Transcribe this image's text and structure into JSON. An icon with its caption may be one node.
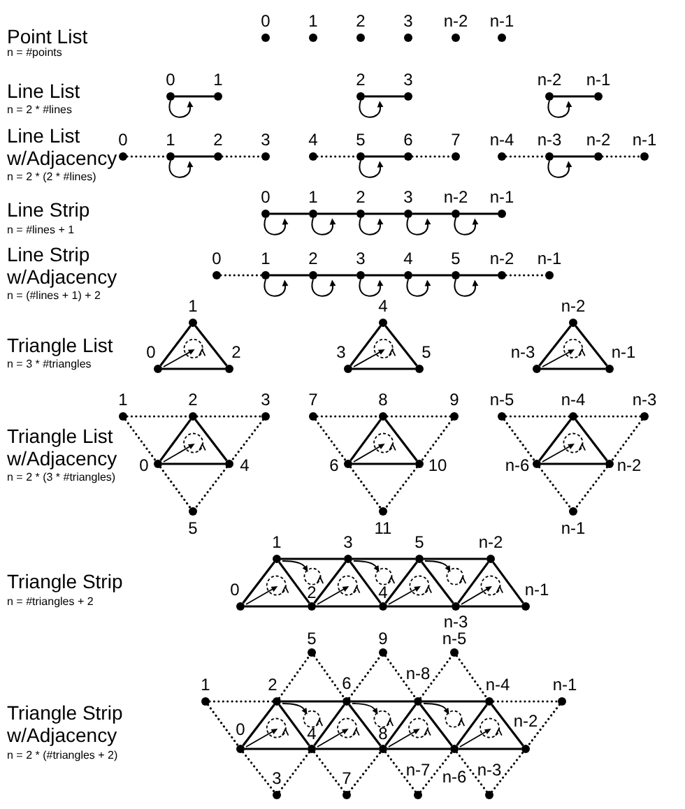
{
  "diagram": {
    "nodes": [
      {
        "text": [],
        "shape": "circle",
        "beside": [
          "0"
        ]
      },
      {
        "text": [],
        "shape": "circle",
        "beside": [
          "1"
        ]
      },
      {
        "text": [],
        "shape": "circle",
        "beside": [
          "2"
        ]
      },
      {
        "text": [],
        "shape": "circle",
        "beside": [
          "3"
        ]
      },
      {
        "text": [],
        "shape": "circle",
        "beside": [
          "n-2"
        ]
      },
      {
        "text": [],
        "shape": "circle",
        "beside": [
          "n-1"
        ]
      },
      {
        "text": [],
        "shape": "circle",
        "beside": [
          "0"
        ]
      },
      {
        "text": [],
        "shape": "circle",
        "beside": [
          "1"
        ]
      },
      {
        "text": [],
        "shape": "circle",
        "beside": [
          "2"
        ]
      },
      {
        "text": [],
        "shape": "circle",
        "beside": [
          "3"
        ]
      },
      {
        "text": [],
        "shape": "circle",
        "beside": [
          "n-2"
        ]
      },
      {
        "text": [],
        "shape": "circle",
        "beside": [
          "n-1"
        ]
      },
      {
        "text": [],
        "shape": "circle",
        "beside": [
          "0"
        ]
      },
      {
        "text": [],
        "shape": "circle",
        "beside": [
          "1"
        ]
      },
      {
        "text": [],
        "shape": "circle",
        "beside": [
          "2"
        ]
      },
      {
        "text": [],
        "shape": "circle",
        "beside": [
          "3"
        ]
      },
      {
        "text": [],
        "shape": "circle",
        "beside": [
          "4"
        ]
      },
      {
        "text": [],
        "shape": "circle",
        "beside": [
          "5"
        ]
      },
      {
        "text": [],
        "shape": "circle",
        "beside": [
          "6"
        ]
      },
      {
        "text": [],
        "shape": "circle",
        "beside": [
          "7"
        ]
      },
      {
        "text": [],
        "shape": "circle",
        "beside": [
          "n-4"
        ]
      },
      {
        "text": [],
        "shape": "circle",
        "beside": [
          "n-3"
        ]
      },
      {
        "text": [],
        "shape": "circle",
        "beside": [
          "n-2"
        ]
      },
      {
        "text": [],
        "shape": "circle",
        "beside": [
          "n-1"
        ]
      },
      {
        "text": [],
        "shape": "circle",
        "beside": [
          "0"
        ]
      },
      {
        "text": [],
        "shape": "circle",
        "beside": [
          "1"
        ]
      },
      {
        "text": [],
        "shape": "circle",
        "beside": [
          "2"
        ]
      },
      {
        "text": [],
        "shape": "circle",
        "beside": [
          "3"
        ]
      },
      {
        "text": [],
        "shape": "circle",
        "beside": [
          "n-2"
        ]
      },
      {
        "text": [],
        "shape": "circle",
        "beside": [
          "n-1"
        ]
      },
      {
        "text": [],
        "shape": "circle",
        "beside": [
          "0"
        ]
      },
      {
        "text": [],
        "shape": "circle",
        "beside": [
          "1"
        ]
      },
      {
        "text": [],
        "shape": "circle",
        "beside": [
          "2"
        ]
      },
      {
        "text": [],
        "shape": "circle",
        "beside": [
          "3"
        ]
      },
      {
        "text": [],
        "shape": "circle",
        "beside": [
          "4"
        ]
      },
      {
        "text": [],
        "shape": "circle",
        "beside": [
          "5"
        ]
      },
      {
        "text": [],
        "shape": "circle",
        "beside": [
          "n-2"
        ]
      },
      {
        "text": [],
        "shape": "circle",
        "beside": [
          "n-1"
        ]
      },
      {
        "text": [],
        "shape": "circle",
        "beside": [
          "1"
        ]
      },
      {
        "text": [],
        "shape": "circle",
        "beside": [
          "4"
        ]
      },
      {
        "text": [],
        "shape": "circle",
        "beside": [
          "n-2"
        ]
      },
      {
        "text": [],
        "shape": "circle",
        "beside": [
          "0"
        ]
      },
      {
        "text": [],
        "shape": "circle",
        "beside": [
          "2"
        ]
      },
      {
        "text": [],
        "shape": "circle",
        "beside": [
          "3"
        ]
      },
      {
        "text": [],
        "shape": "circle",
        "beside": [
          "5"
        ]
      },
      {
        "text": [],
        "shape": "circle",
        "beside": [
          "n-3"
        ]
      },
      {
        "text": [],
        "shape": "circle",
        "beside": [
          "n-1"
        ]
      },
      {
        "text": [],
        "shape": "circle",
        "beside": [
          "1"
        ]
      },
      {
        "text": [],
        "shape": "circle",
        "beside": [
          "2"
        ]
      },
      {
        "text": [],
        "shape": "circle",
        "beside": [
          "3"
        ]
      },
      {
        "text": [],
        "shape": "circle",
        "beside": [
          "7"
        ]
      },
      {
        "text": [],
        "shape": "circle",
        "beside": [
          "8"
        ]
      },
      {
        "text": [],
        "shape": "circle",
        "beside": [
          "9"
        ]
      },
      {
        "text": [],
        "shape": "circle",
        "beside": [
          "n-5"
        ]
      },
      {
        "text": [],
        "shape": "circle",
        "beside": [
          "n-4"
        ]
      },
      {
        "text": [],
        "shape": "circle",
        "beside": [
          "n-3"
        ]
      },
      {
        "text": [],
        "shape": "circle",
        "beside": [
          "0"
        ]
      },
      {
        "text": [],
        "shape": "circle",
        "beside": [
          "4"
        ]
      },
      {
        "text": [],
        "shape": "circle",
        "beside": [
          "6"
        ]
      },
      {
        "text": [],
        "shape": "circle",
        "beside": [
          "10"
        ]
      },
      {
        "text": [],
        "shape": "circle",
        "beside": [
          "n-6"
        ]
      },
      {
        "text": [],
        "shape": "circle",
        "beside": [
          "n-2"
        ]
      },
      {
        "text": [],
        "shape": "circle",
        "beside": [
          "5"
        ]
      },
      {
        "text": [],
        "shape": "circle",
        "beside": [
          "11"
        ]
      },
      {
        "text": [],
        "shape": "circle",
        "beside": [
          "n-1"
        ]
      },
      {
        "text": [],
        "shape": "circle",
        "beside": [
          "1"
        ]
      },
      {
        "text": [],
        "shape": "circle",
        "beside": [
          "3"
        ]
      },
      {
        "text": [],
        "shape": "circle",
        "beside": [
          "5"
        ]
      },
      {
        "text": [],
        "shape": "circle",
        "beside": [
          "n-2"
        ]
      },
      {
        "text": [],
        "shape": "circle",
        "beside": [
          "0"
        ]
      },
      {
        "text": [],
        "shape": "circle",
        "beside": [
          "2"
        ]
      },
      {
        "text": [],
        "shape": "circle",
        "beside": [
          "4"
        ]
      },
      {
        "text": [],
        "shape": "circle",
        "beside": [
          "n-3"
        ]
      },
      {
        "text": [],
        "shape": "circle",
        "beside": [
          "n-1"
        ]
      },
      {
        "text": [],
        "shape": "circle",
        "beside": [
          "5"
        ]
      },
      {
        "text": [],
        "shape": "circle",
        "beside": [
          "9"
        ]
      },
      {
        "text": [],
        "shape": "circle",
        "beside": [
          "n-5"
        ]
      },
      {
        "text": [],
        "shape": "circle",
        "beside": [
          "1"
        ]
      },
      {
        "text": [],
        "shape": "circle",
        "beside": [
          "2"
        ]
      },
      {
        "text": [],
        "shape": "circle",
        "beside": [
          "6"
        ]
      },
      {
        "text": [],
        "shape": "circle",
        "beside": [
          "n-8"
        ]
      },
      {
        "text": [],
        "shape": "circle",
        "beside": [
          "n-4"
        ]
      },
      {
        "text": [],
        "shape": "circle",
        "beside": [
          "n-1"
        ]
      },
      {
        "text": [],
        "shape": "circle",
        "beside": [
          "0"
        ]
      },
      {
        "text": [],
        "shape": "circle",
        "beside": [
          "4"
        ]
      },
      {
        "text": [],
        "shape": "circle",
        "beside": [
          "8"
        ]
      },
      {
        "text": [],
        "shape": "circle",
        "beside": [
          "n-6"
        ]
      },
      {
        "text": [],
        "shape": "circle",
        "beside": [
          "n-2"
        ]
      },
      {
        "text": [],
        "shape": "circle",
        "beside": [
          "3"
        ]
      },
      {
        "text": [],
        "shape": "circle",
        "beside": [
          "7"
        ]
      },
      {
        "text": [],
        "shape": "circle",
        "beside": [
          "n-7"
        ]
      },
      {
        "text": [],
        "shape": "circle",
        "beside": [
          "n-3"
        ]
      }
    ],
    "edges": [
      {
        "from": 6,
        "to": 7,
        "arrow": "none"
      },
      {
        "from": 8,
        "to": 9,
        "arrow": "none"
      },
      {
        "from": 10,
        "to": 11,
        "arrow": "none"
      },
      {
        "from": 12,
        "to": 13,
        "arrow": "none",
        "style": "dashed"
      },
      {
        "from": 13,
        "to": 14,
        "arrow": "none"
      },
      {
        "from": 14,
        "to": 15,
        "arrow": "none",
        "style": "dashed"
      },
      {
        "from": 16,
        "to": 17,
        "arrow": "none",
        "style": "dashed"
      },
      {
        "from": 17,
        "to": 18,
        "arrow": "none"
      },
      {
        "from": 18,
        "to": 19,
        "arrow": "none",
        "style": "dashed"
      },
      {
        "from": 20,
        "to": 21,
        "arrow": "none",
        "style": "dashed"
      },
      {
        "from": 21,
        "to": 22,
        "arrow": "none"
      },
      {
        "from": 22,
        "to": 23,
        "arrow": "none",
        "style": "dashed"
      },
      {
        "from": 24,
        "to": 25,
        "arrow": "none"
      },
      {
        "from": 25,
        "to": 26,
        "arrow": "none"
      },
      {
        "from": 26,
        "to": 27,
        "arrow": "none"
      },
      {
        "from": 27,
        "to": 28,
        "arrow": "none"
      },
      {
        "from": 28,
        "to": 29,
        "arrow": "none"
      },
      {
        "from": 30,
        "to": 31,
        "arrow": "none",
        "style": "dashed"
      },
      {
        "from": 31,
        "to": 32,
        "arrow": "none"
      },
      {
        "from": 32,
        "to": 33,
        "arrow": "none"
      },
      {
        "from": 33,
        "to": 34,
        "arrow": "none"
      },
      {
        "from": 34,
        "to": 35,
        "arrow": "none"
      },
      {
        "from": 35,
        "to": 36,
        "arrow": "none"
      },
      {
        "from": 36,
        "to": 37,
        "arrow": "none",
        "style": "dashed"
      },
      {
        "from": 41,
        "to": 38,
        "arrow": "none"
      },
      {
        "from": 38,
        "to": 42,
        "arrow": "none"
      },
      {
        "from": 42,
        "to": 41,
        "arrow": "none"
      },
      {
        "from": 43,
        "to": 39,
        "arrow": "none"
      },
      {
        "from": 39,
        "to": 44,
        "arrow": "none"
      },
      {
        "from": 44,
        "to": 43,
        "arrow": "none"
      },
      {
        "from": 45,
        "to": 40,
        "arrow": "none"
      },
      {
        "from": 40,
        "to": 46,
        "arrow": "none"
      },
      {
        "from": 46,
        "to": 45,
        "arrow": "none"
      },
      {
        "from": 56,
        "to": 48,
        "arrow": "none"
      },
      {
        "from": 48,
        "to": 57,
        "arrow": "none"
      },
      {
        "from": 57,
        "to": 56,
        "arrow": "none"
      },
      {
        "from": 47,
        "to": 48,
        "arrow": "none",
        "style": "dashed"
      },
      {
        "from": 48,
        "to": 49,
        "arrow": "none",
        "style": "dashed"
      },
      {
        "from": 47,
        "to": 56,
        "arrow": "none",
        "style": "dashed"
      },
      {
        "from": 49,
        "to": 57,
        "arrow": "none",
        "style": "dashed"
      },
      {
        "from": 56,
        "to": 62,
        "arrow": "none",
        "style": "dashed"
      },
      {
        "from": 57,
        "to": 62,
        "arrow": "none",
        "style": "dashed"
      },
      {
        "from": 58,
        "to": 51,
        "arrow": "none"
      },
      {
        "from": 51,
        "to": 59,
        "arrow": "none"
      },
      {
        "from": 59,
        "to": 58,
        "arrow": "none"
      },
      {
        "from": 50,
        "to": 51,
        "arrow": "none",
        "style": "dashed"
      },
      {
        "from": 51,
        "to": 52,
        "arrow": "none",
        "style": "dashed"
      },
      {
        "from": 50,
        "to": 58,
        "arrow": "none",
        "style": "dashed"
      },
      {
        "from": 52,
        "to": 59,
        "arrow": "none",
        "style": "dashed"
      },
      {
        "from": 58,
        "to": 63,
        "arrow": "none",
        "style": "dashed"
      },
      {
        "from": 59,
        "to": 63,
        "arrow": "none",
        "style": "dashed"
      },
      {
        "from": 60,
        "to": 54,
        "arrow": "none"
      },
      {
        "from": 54,
        "to": 61,
        "arrow": "none"
      },
      {
        "from": 61,
        "to": 60,
        "arrow": "none"
      },
      {
        "from": 53,
        "to": 54,
        "arrow": "none",
        "style": "dashed"
      },
      {
        "from": 54,
        "to": 55,
        "arrow": "none",
        "style": "dashed"
      },
      {
        "from": 53,
        "to": 60,
        "arrow": "none",
        "style": "dashed"
      },
      {
        "from": 55,
        "to": 61,
        "arrow": "none",
        "style": "dashed"
      },
      {
        "from": 60,
        "to": 64,
        "arrow": "none",
        "style": "dashed"
      },
      {
        "from": 61,
        "to": 64,
        "arrow": "none",
        "style": "dashed"
      },
      {
        "from": 65,
        "to": 66,
        "arrow": "none"
      },
      {
        "from": 66,
        "to": 67,
        "arrow": "none"
      },
      {
        "from": 67,
        "to": 68,
        "arrow": "none"
      },
      {
        "from": 69,
        "to": 70,
        "arrow": "none"
      },
      {
        "from": 70,
        "to": 71,
        "arrow": "none"
      },
      {
        "from": 71,
        "to": 72,
        "arrow": "none"
      },
      {
        "from": 72,
        "to": 73,
        "arrow": "none"
      },
      {
        "from": 69,
        "to": 65,
        "arrow": "none"
      },
      {
        "from": 65,
        "to": 70,
        "arrow": "none"
      },
      {
        "from": 70,
        "to": 66,
        "arrow": "none"
      },
      {
        "from": 66,
        "to": 71,
        "arrow": "none"
      },
      {
        "from": 71,
        "to": 67,
        "arrow": "none"
      },
      {
        "from": 67,
        "to": 72,
        "arrow": "none"
      },
      {
        "from": 72,
        "to": 68,
        "arrow": "none"
      },
      {
        "from": 68,
        "to": 73,
        "arrow": "none"
      },
      {
        "from": 78,
        "to": 79,
        "arrow": "none"
      },
      {
        "from": 79,
        "to": 80,
        "arrow": "none"
      },
      {
        "from": 80,
        "to": 81,
        "arrow": "none"
      },
      {
        "from": 83,
        "to": 84,
        "arrow": "none"
      },
      {
        "from": 84,
        "to": 85,
        "arrow": "none"
      },
      {
        "from": 85,
        "to": 86,
        "arrow": "none"
      },
      {
        "from": 86,
        "to": 87,
        "arrow": "none"
      },
      {
        "from": 83,
        "to": 78,
        "arrow": "none"
      },
      {
        "from": 78,
        "to": 84,
        "arrow": "none"
      },
      {
        "from": 84,
        "to": 79,
        "arrow": "none"
      },
      {
        "from": 79,
        "to": 85,
        "arrow": "none"
      },
      {
        "from": 85,
        "to": 80,
        "arrow": "none"
      },
      {
        "from": 80,
        "to": 86,
        "arrow": "none"
      },
      {
        "from": 86,
        "to": 81,
        "arrow": "none"
      },
      {
        "from": 81,
        "to": 87,
        "arrow": "none"
      },
      {
        "from": 77,
        "to": 78,
        "arrow": "none",
        "style": "dashed"
      },
      {
        "from": 81,
        "to": 82,
        "arrow": "none",
        "style": "dashed"
      },
      {
        "from": 77,
        "to": 83,
        "arrow": "none",
        "style": "dashed"
      },
      {
        "from": 82,
        "to": 87,
        "arrow": "none",
        "style": "dashed"
      },
      {
        "from": 78,
        "to": 74,
        "arrow": "none",
        "style": "dashed"
      },
      {
        "from": 74,
        "to": 79,
        "arrow": "none",
        "style": "dashed"
      },
      {
        "from": 79,
        "to": 75,
        "arrow": "none",
        "style": "dashed"
      },
      {
        "from": 75,
        "to": 80,
        "arrow": "none",
        "style": "dashed"
      },
      {
        "from": 80,
        "to": 76,
        "arrow": "none",
        "style": "dashed"
      },
      {
        "from": 76,
        "to": 81,
        "arrow": "none",
        "style": "dashed"
      },
      {
        "from": 83,
        "to": 88,
        "arrow": "none",
        "style": "dashed"
      },
      {
        "from": 88,
        "to": 84,
        "arrow": "none",
        "style": "dashed"
      },
      {
        "from": 84,
        "to": 89,
        "arrow": "none",
        "style": "dashed"
      },
      {
        "from": 89,
        "to": 85,
        "arrow": "none",
        "style": "dashed"
      },
      {
        "from": 85,
        "to": 90,
        "arrow": "none",
        "style": "dashed"
      },
      {
        "from": 90,
        "to": 86,
        "arrow": "none",
        "style": "dashed"
      },
      {
        "from": 86,
        "to": 91,
        "arrow": "none",
        "style": "dashed"
      },
      {
        "from": 91,
        "to": 87,
        "arrow": "none",
        "style": "dashed"
      }
    ],
    "labels": [
      "Point List",
      "n = #points",
      "Line List",
      "n = 2 * #lines",
      "Line List w/Adjacency",
      "n = 2 * (2 * #lines)",
      "Line Strip",
      "n = #lines + 1",
      "Line Strip w/Adjacency",
      "n = (#lines + 1) + 2",
      "Triangle List",
      "n = 3 * #triangles",
      "Triangle List w/Adjacency",
      "n = 2 * (3 * #triangles)",
      "Triangle Strip",
      "n = #triangles + 2",
      "Triangle Strip w/Adjacency",
      "n = 2 * (#triangles + 2)"
    ]
  }
}
